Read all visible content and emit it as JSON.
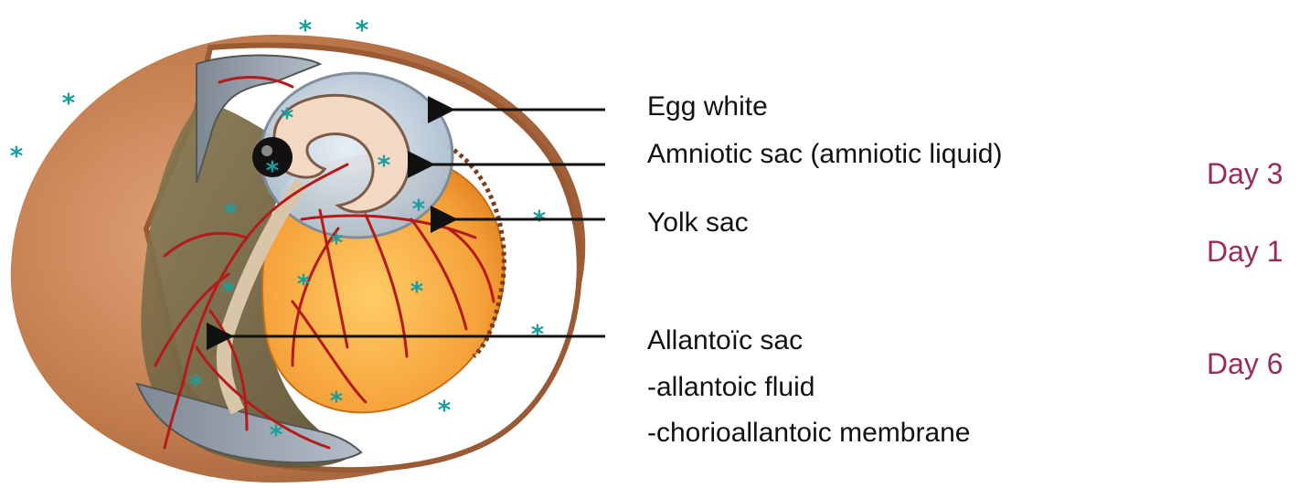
{
  "labels": {
    "egg_white": "Egg white",
    "amniotic_sac": "Amniotic sac (amniotic liquid)",
    "yolk_sac": "Yolk sac",
    "allantoic_sac": "Allantoïc sac",
    "allantoic_fluid": "-allantoic fluid",
    "chorioallantoic_membrane": "-chorioallantoic membrane"
  },
  "days": {
    "amniotic": "Day 3",
    "yolk": "Day 1",
    "allantoic": "Day 6"
  },
  "marker_symbol": "*",
  "colors": {
    "day_text": "#9b2a5c",
    "marker": "#1a9e9e",
    "arrow": "#111111",
    "shell": "#c07a4c",
    "yolk": "#f6a23a",
    "vessel": "#b51a1a",
    "membrane": "#8f9aa4",
    "allantois": "#7a6a45"
  },
  "icons": {
    "egg_illustration": "embryonated-egg-cross-section",
    "marker": "asterisk-marker"
  }
}
